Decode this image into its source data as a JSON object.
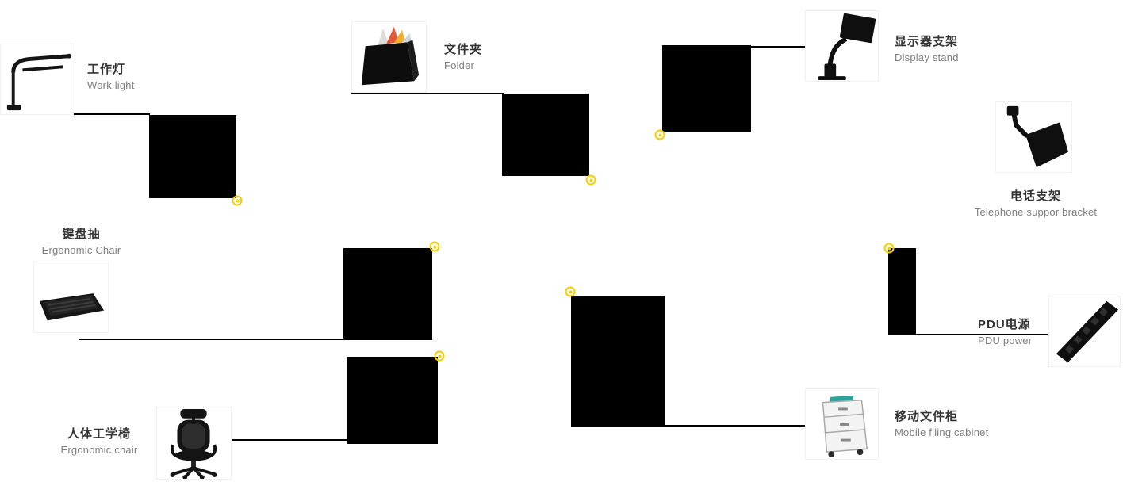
{
  "diagram": {
    "background": "#ffffff",
    "marker_color": "#f3cf00",
    "line_color": "#000000",
    "block_color": "#000000",
    "title_color": "#333333",
    "subtitle_color": "#7f7f7f"
  },
  "callouts": [
    {
      "id": "work-light",
      "title": "工作灯",
      "subtitle": "Work light"
    },
    {
      "id": "folder",
      "title": "文件夹",
      "subtitle": "Folder"
    },
    {
      "id": "display-stand",
      "title": "显示器支架",
      "subtitle": "Display stand"
    },
    {
      "id": "telephone-bracket",
      "title": "电话支架",
      "subtitle": "Telephone suppor bracket"
    },
    {
      "id": "keyboard-drawer",
      "title": "键盘抽",
      "subtitle": "Ergonomic Chair"
    },
    {
      "id": "mobile-filing-cabinet",
      "title": "移动文件柜",
      "subtitle": "Mobile filing cabinet"
    },
    {
      "id": "pdu-power",
      "title": "PDU电源",
      "subtitle": "PDU power"
    },
    {
      "id": "ergonomic-chair",
      "title": "人体工学椅",
      "subtitle": "Ergonomic chair"
    }
  ]
}
